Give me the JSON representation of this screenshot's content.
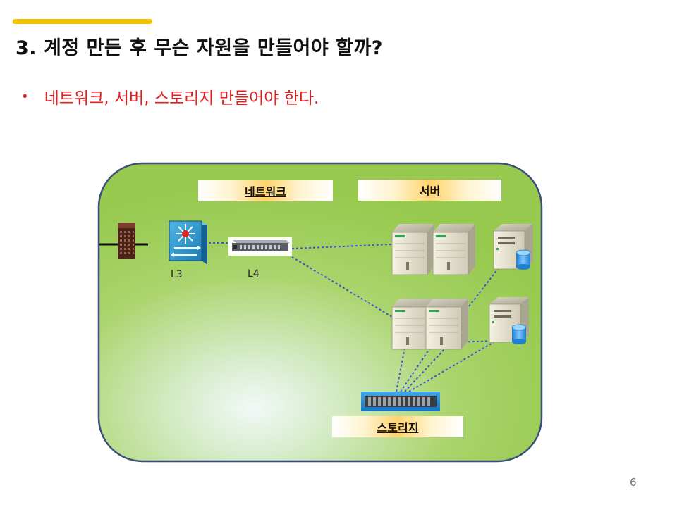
{
  "slide": {
    "title": "3. 계정 만든 후 무슨 자원을 만들어야 할까?",
    "bullet": "네트워크, 서버, 스토리지 만들어야 한다.",
    "page_number": "6"
  },
  "diagram": {
    "zones": {
      "network": "네트워크",
      "server": "서버",
      "storage": "스토리지"
    },
    "devices": {
      "l3": "L3",
      "l4": "L4"
    }
  },
  "colors": {
    "accent_bar": "#f2c200",
    "bullet_text": "#e02020",
    "region_fill": "#a2cf63",
    "region_border": "#3b4f7a",
    "link_line": "#3b55d6"
  }
}
